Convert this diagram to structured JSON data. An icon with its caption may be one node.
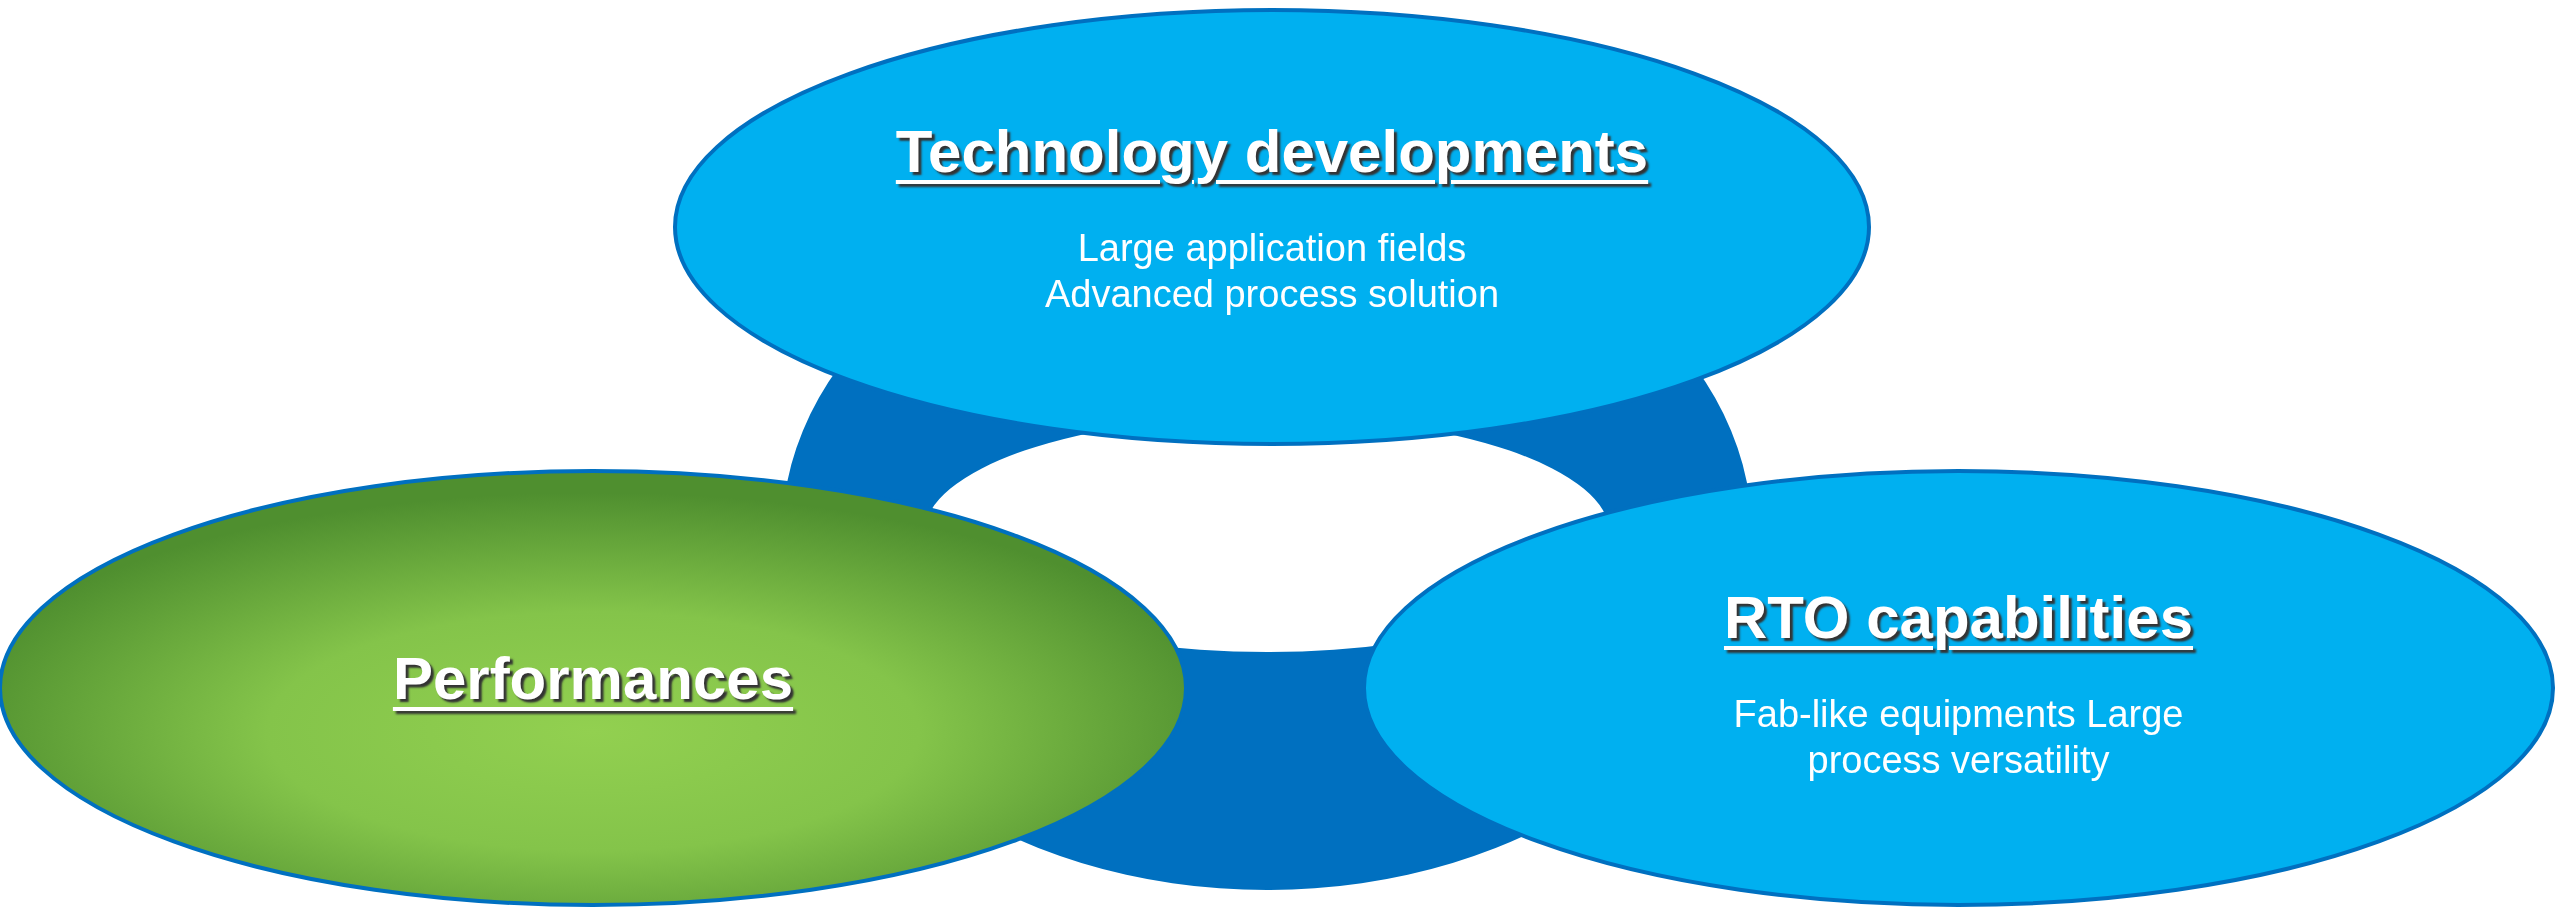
{
  "diagram": {
    "nodes": [
      {
        "text": [
          "Technology developments",
          "Large application fields Advanced process solution"
        ]
      },
      {
        "text": [
          "Performances"
        ]
      },
      {
        "text": [
          "RTO capabilities",
          "Fab-like equipments Large process versatility"
        ]
      }
    ]
  }
}
